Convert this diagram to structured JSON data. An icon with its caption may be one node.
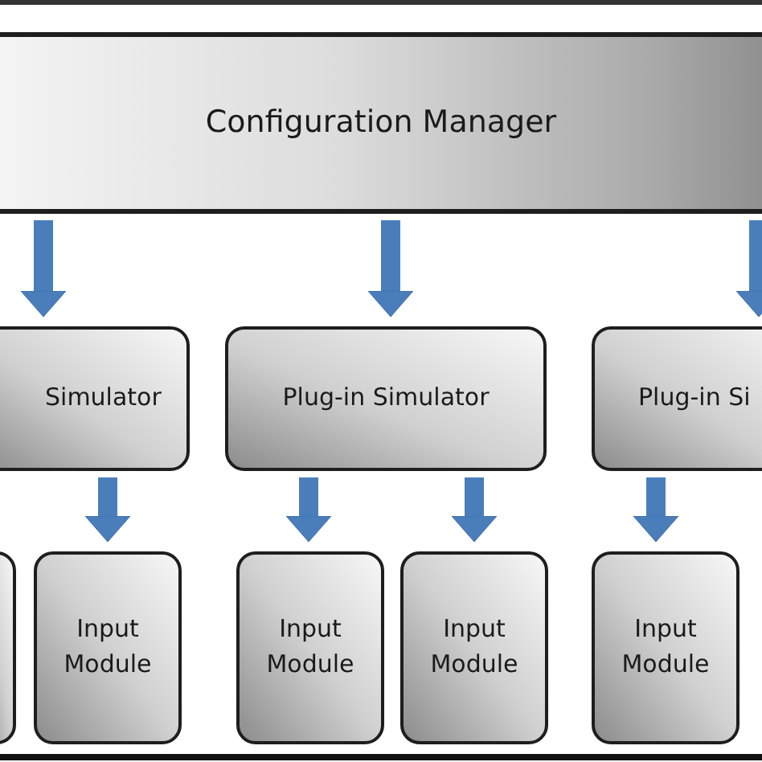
{
  "diagram": {
    "nodes": [
      {
        "text": [
          "Configuration Manager"
        ]
      },
      {
        "text": [
          "Simulator"
        ]
      },
      {
        "text": [
          "Plug-in Simulator"
        ]
      },
      {
        "text": [
          "Plug-in Si"
        ]
      },
      {
        "text": [],
        "shape": "box"
      },
      {
        "text": [
          "Input Module"
        ]
      },
      {
        "text": [
          "Input Module"
        ]
      },
      {
        "text": [
          "Input Module"
        ]
      },
      {
        "text": [
          "Input Module"
        ]
      }
    ],
    "edges": [
      {
        "from": 0,
        "to": 1,
        "arrow": "to"
      },
      {
        "from": 0,
        "to": 2,
        "arrow": "to"
      },
      {
        "from": 0,
        "to": 3,
        "arrow": "to"
      },
      {
        "from": 1,
        "to": 5,
        "arrow": "to"
      },
      {
        "from": 2,
        "to": 6,
        "arrow": "to"
      },
      {
        "from": 2,
        "to": 7,
        "arrow": "to"
      },
      {
        "from": 3,
        "to": 8,
        "arrow": "to"
      }
    ]
  }
}
